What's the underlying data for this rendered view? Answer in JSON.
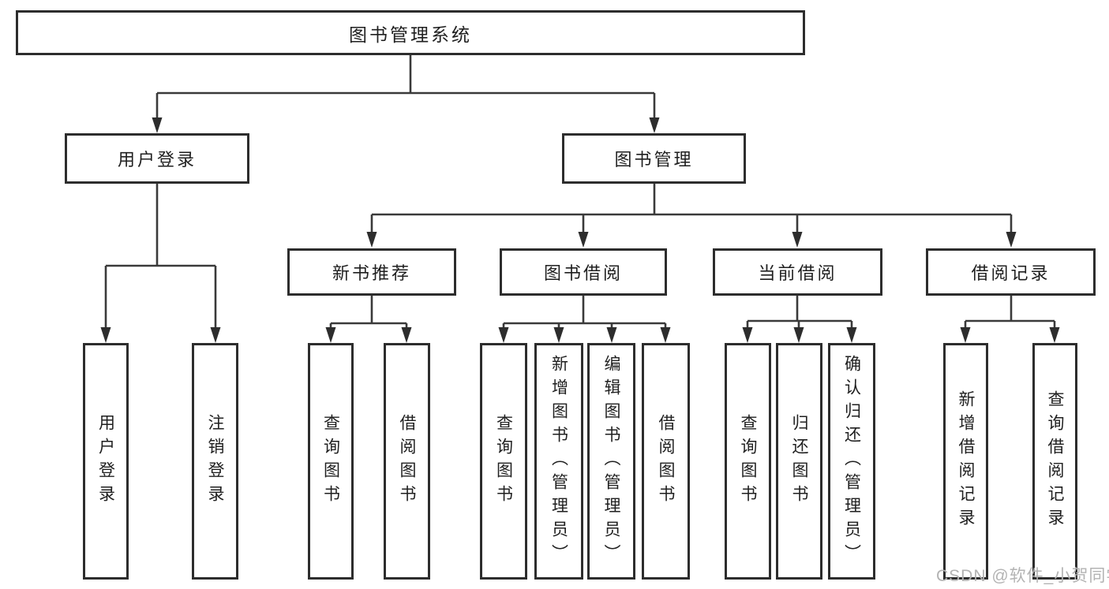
{
  "diagram": {
    "type": "tree",
    "root": {
      "label": "图书管理系统"
    },
    "branches": [
      {
        "label": "用户登录",
        "children": [
          "用户登录",
          "注销登录"
        ]
      },
      {
        "label": "图书管理",
        "children": [
          {
            "label": "新书推荐",
            "children": [
              "查询图书",
              "借阅图书"
            ]
          },
          {
            "label": "图书借阅",
            "children": [
              "查询图书",
              "新增图书（管理员）",
              "编辑图书（管理员）",
              "借阅图书"
            ]
          },
          {
            "label": "当前借阅",
            "children": [
              "查询图书",
              "归还图书",
              "确认归还（管理员）"
            ]
          },
          {
            "label": "借阅记录",
            "children": [
              "新增借阅记录",
              "查询借阅记录"
            ]
          }
        ]
      }
    ]
  },
  "watermark": "CSDN @软件_小贺同学",
  "colors": {
    "line": "#3a3a3a",
    "box_border": "#2d2d2d",
    "box_background": "#ffffff",
    "text": "#1f1f1f",
    "watermark": "#b3b3b3"
  }
}
